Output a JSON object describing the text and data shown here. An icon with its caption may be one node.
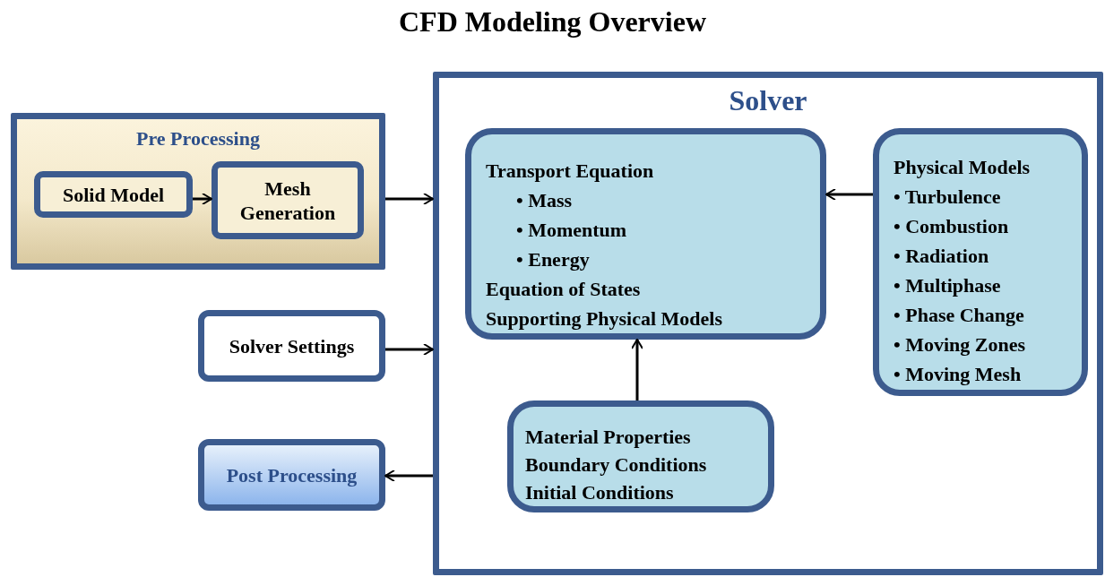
{
  "diagram": {
    "title": "CFD Modeling Overview",
    "nodes": [
      {
        "text": [
          "Pre Processing"
        ]
      },
      {
        "text": [
          "Solid Model"
        ],
        "in": 0
      },
      {
        "text": [
          "Mesh Generation"
        ],
        "in": 0
      },
      {
        "text": [
          "Solver Settings"
        ]
      },
      {
        "text": [
          "Post Processing"
        ]
      },
      {
        "text": [
          "Solver"
        ]
      },
      {
        "text": [
          "Transport Equation",
          "• Mass",
          "• Momentum",
          "• Energy",
          "Equation of States",
          "Supporting Physical Models"
        ],
        "in": 5
      },
      {
        "text": [
          "Physical Models",
          "• Turbulence",
          "• Combustion",
          "• Radiation",
          "• Multiphase",
          "• Phase Change",
          "• Moving Zones",
          "• Moving Mesh"
        ],
        "in": 5
      },
      {
        "text": [
          "Material Properties",
          "Boundary Conditions",
          "Initial Conditions"
        ],
        "in": 5
      }
    ],
    "edges": [
      {
        "from": 1,
        "to": 2,
        "arrow": "to"
      },
      {
        "from": 0,
        "to": 5,
        "arrow": "to"
      },
      {
        "from": 3,
        "to": 5,
        "arrow": "to"
      },
      {
        "from": 5,
        "to": 4,
        "arrow": "to"
      },
      {
        "from": 7,
        "to": 6,
        "arrow": "to"
      },
      {
        "from": 8,
        "to": 6,
        "arrow": "to"
      }
    ]
  }
}
